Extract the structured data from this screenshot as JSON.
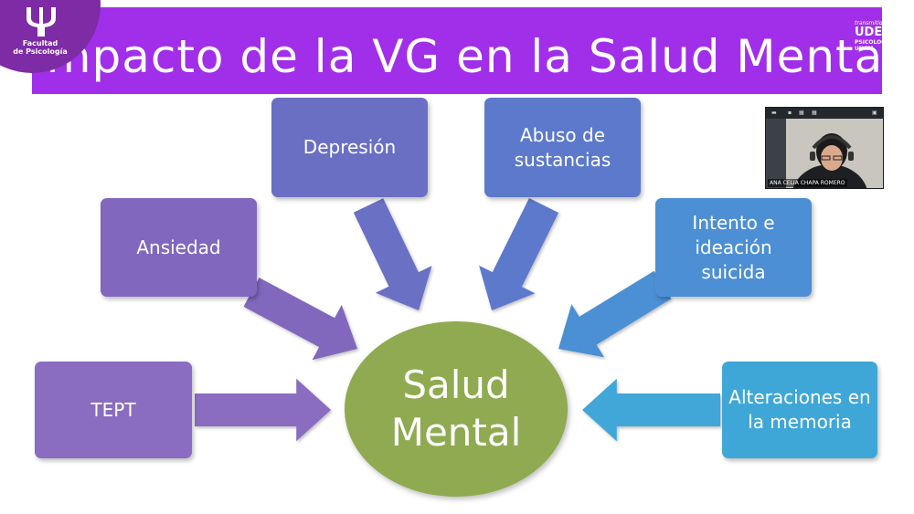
{
  "title": "Impacto de la VG en la Salud Mental",
  "logo": {
    "name": "Facultad de Psicología",
    "line1": "Facultad",
    "line2": "de Psicología"
  },
  "broadcast": {
    "transmitted_by": "transmitido por:",
    "org": "UDEMAT",
    "sub": "PSICOLOGÍA UNAM"
  },
  "diagram": {
    "center": {
      "line1": "Salud",
      "line2": "Mental"
    },
    "nodes": [
      {
        "id": "tept",
        "label": "TEPT",
        "color": "#8a6cc0"
      },
      {
        "id": "ansiedad",
        "label": "Ansiedad",
        "color": "#8167bd"
      },
      {
        "id": "depresion",
        "label": "Depresión",
        "color": "#6a6fc4"
      },
      {
        "id": "abuso",
        "label": "Abuso de sustancias",
        "color": "#5d79cc"
      },
      {
        "id": "intento",
        "label": "Intento e ideación suicida",
        "color": "#4c8fd4"
      },
      {
        "id": "alteraciones",
        "label": "Alteraciones en la memoria",
        "color": "#3fa7d8"
      }
    ]
  },
  "webcam": {
    "participant_name": "ANA CELIA CHAPA ROMERO"
  },
  "colors": {
    "title_bg": "#a12ee9",
    "center": "#8faa50"
  }
}
